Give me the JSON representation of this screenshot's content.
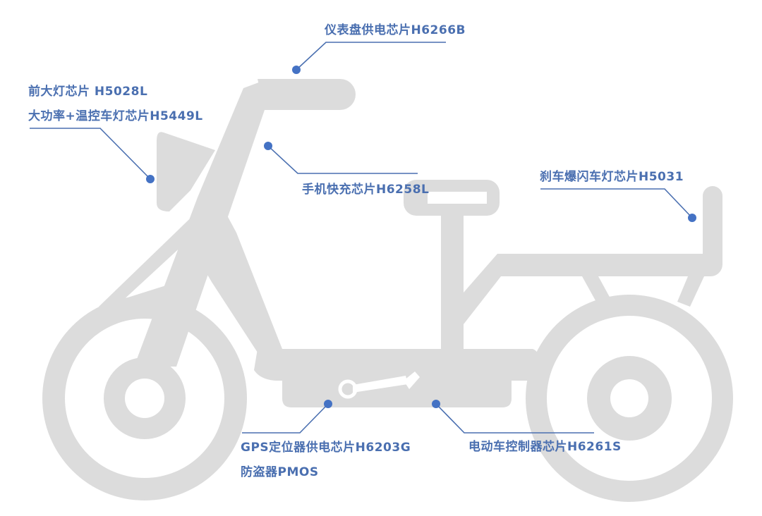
{
  "diagram": {
    "subject": "electric scooter silhouette with chip callouts",
    "colors": {
      "silhouette": "#dcdcdc",
      "accent": "#4472c4",
      "text": "#4a6fb0",
      "background": "#ffffff"
    },
    "callouts": [
      {
        "id": "dashboard",
        "lines": [
          "仪表盘供电芯片H6266B"
        ]
      },
      {
        "id": "headlight",
        "lines": [
          "前大灯芯片 H5028L",
          "大功率+温控车灯芯片H5449L"
        ]
      },
      {
        "id": "phone-charge",
        "lines": [
          "手机快充芯片H6258L"
        ]
      },
      {
        "id": "brake-light",
        "lines": [
          "刹车爆闪车灯芯片H5031"
        ]
      },
      {
        "id": "gps",
        "lines": [
          "GPS定位器供电芯片H6203G",
          "防盗器PMOS"
        ]
      },
      {
        "id": "controller",
        "lines": [
          "电动车控制器芯片H6261S"
        ]
      }
    ]
  }
}
